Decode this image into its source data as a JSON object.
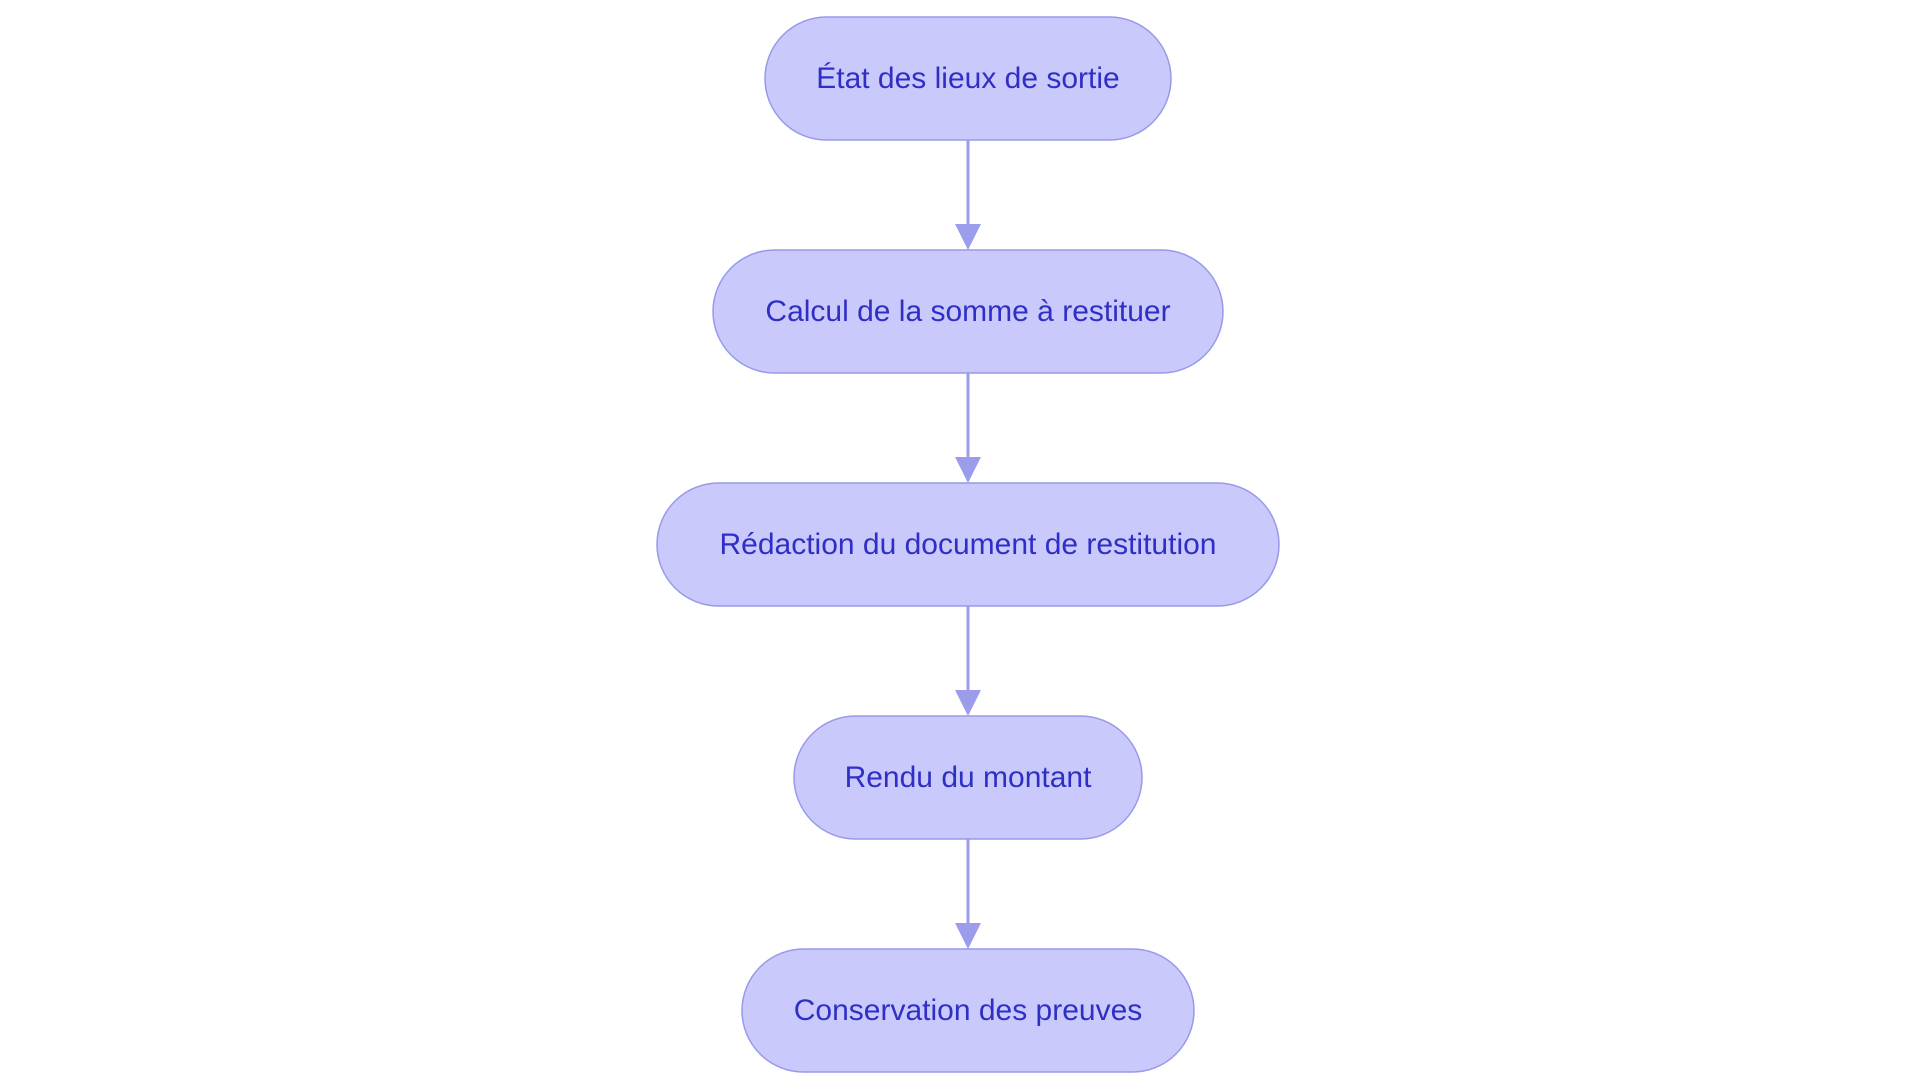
{
  "colors": {
    "node_fill": "#c9c9fb",
    "node_border": "#9999ea",
    "text": "#2f2fc6",
    "edge": "#9c9ced",
    "background": "#ffffff"
  },
  "flowchart": {
    "nodes": [
      {
        "id": "etat",
        "label": "État des lieux de sortie"
      },
      {
        "id": "calcul",
        "label": "Calcul de la somme à restituer"
      },
      {
        "id": "redaction",
        "label": "Rédaction du document de restitution"
      },
      {
        "id": "rendu",
        "label": "Rendu du montant"
      },
      {
        "id": "conservation",
        "label": "Conservation des preuves"
      }
    ],
    "edges": [
      {
        "from": "etat",
        "to": "calcul"
      },
      {
        "from": "calcul",
        "to": "redaction"
      },
      {
        "from": "redaction",
        "to": "rendu"
      },
      {
        "from": "rendu",
        "to": "conservation"
      }
    ]
  }
}
